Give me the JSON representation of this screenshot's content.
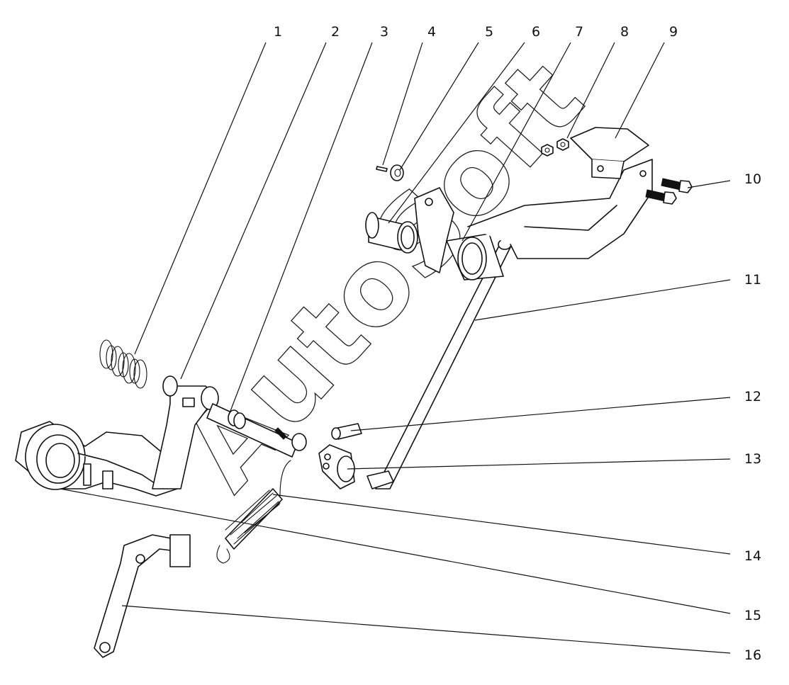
{
  "diagram": {
    "watermark": "AutoSoft",
    "callouts": [
      {
        "id": "1",
        "label": "1"
      },
      {
        "id": "2",
        "label": "2"
      },
      {
        "id": "3",
        "label": "3"
      },
      {
        "id": "4",
        "label": "4"
      },
      {
        "id": "5",
        "label": "5"
      },
      {
        "id": "6",
        "label": "6"
      },
      {
        "id": "7",
        "label": "7"
      },
      {
        "id": "8",
        "label": "8"
      },
      {
        "id": "9",
        "label": "9"
      },
      {
        "id": "10",
        "label": "10"
      },
      {
        "id": "11",
        "label": "11"
      },
      {
        "id": "12",
        "label": "12"
      },
      {
        "id": "13",
        "label": "13"
      },
      {
        "id": "14",
        "label": "14"
      },
      {
        "id": "15",
        "label": "15"
      },
      {
        "id": "16",
        "label": "16"
      }
    ]
  }
}
